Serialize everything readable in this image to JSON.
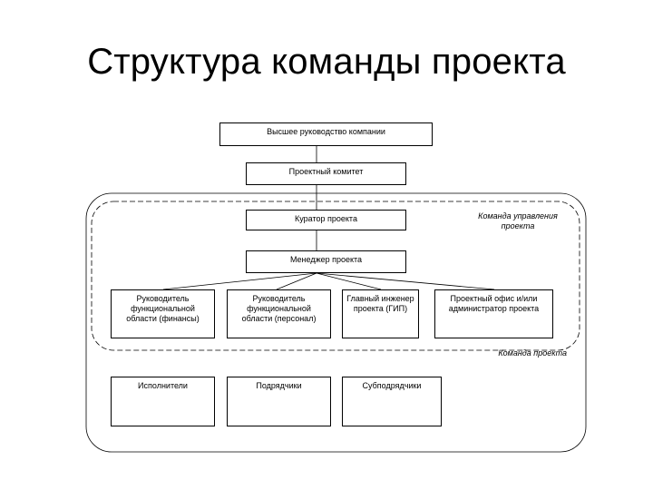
{
  "slide": {
    "title": "Структура команды проекта"
  },
  "diagram": {
    "nodes": {
      "top_management": "Высшее руководство компании",
      "steering_committee": "Проектный комитет",
      "project_sponsor": "Куратор проекта",
      "project_manager": "Менеджер проекта",
      "functional_head_finance": "Руководитель\nфункциональной\nобласти (финансы)",
      "functional_head_personnel": "Руководитель\nфункциональной\nобласти (персонал)",
      "chief_engineer": "Главный инженер\nпроекта (ГИП)",
      "project_office": "Проектный офис и/или\nадминистратор проекта",
      "executors": "Исполнители",
      "contractors": "Подрядчики",
      "subcontractors": "Субподрядчики"
    },
    "groups": {
      "management_team": "Команда управления\nпроекта",
      "project_team": "Команда проекта"
    }
  }
}
